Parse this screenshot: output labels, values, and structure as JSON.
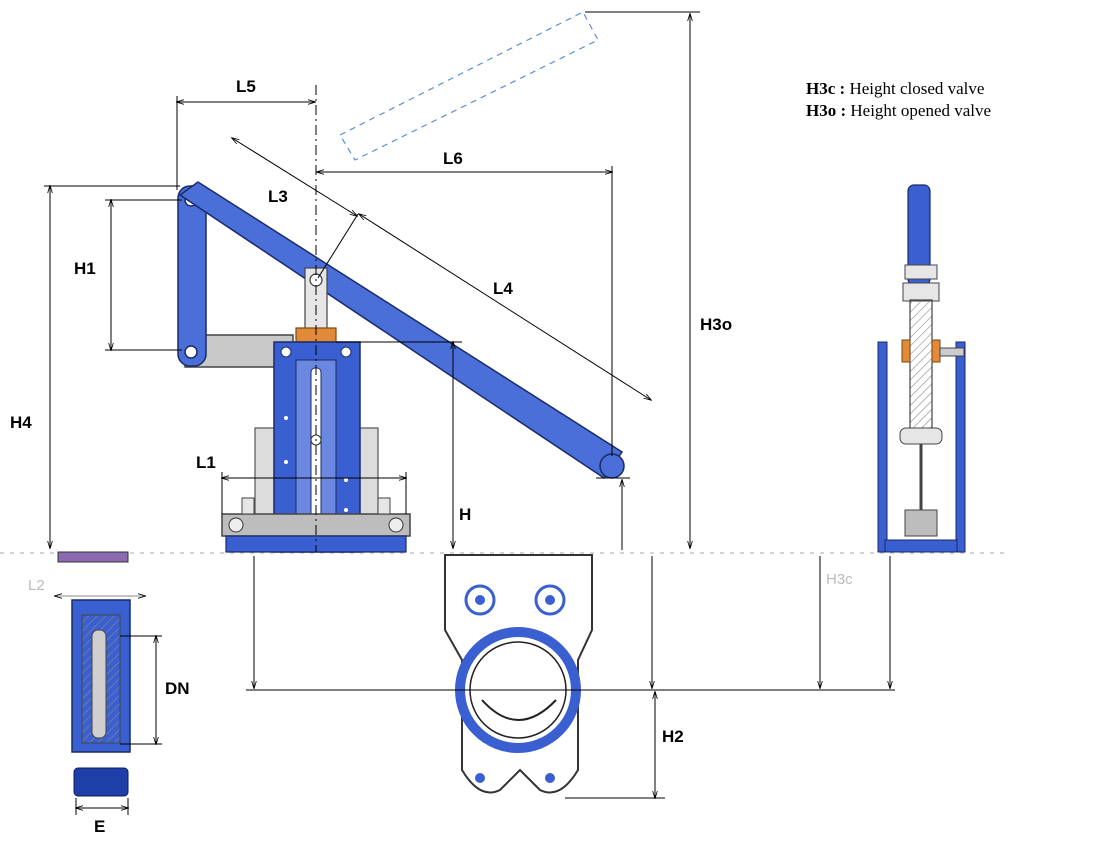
{
  "legend": [
    {
      "key": "H3c :",
      "text": "Height closed valve"
    },
    {
      "key": "H3o :",
      "text": "Height opened valve"
    }
  ],
  "dimensions": {
    "L5": "L5",
    "L3": "L3",
    "L6": "L6",
    "L4": "L4",
    "H1": "H1",
    "H3o": "H3o",
    "H4": "H4",
    "L1": "L1",
    "H": "H",
    "L2": "L2",
    "H3c": "H3c",
    "DN": "DN",
    "H2": "H2",
    "E": "E"
  },
  "colors": {
    "lever_blue": "#4a6fd8",
    "lever_outline": "#1a2a6a",
    "body_blue": "#3355c0",
    "bronze": "#e08a3a",
    "grey": "#c8c8c8",
    "dash_blue": "#5b8fd8"
  }
}
